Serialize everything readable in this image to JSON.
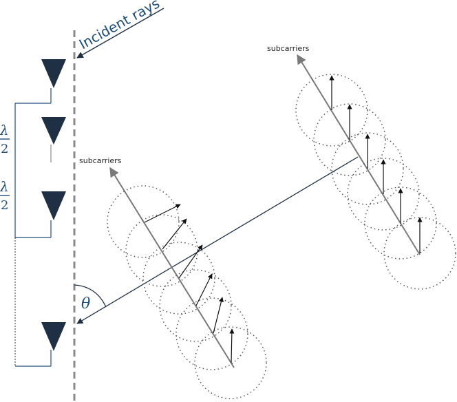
{
  "labels": {
    "incident_rays": "Incident rays",
    "subcarriers_left": "subcarriers",
    "subcarriers_right": "subcarriers",
    "theta": "θ",
    "spacing_numerator_1": "λ",
    "spacing_denominator_1": "2",
    "spacing_numerator_2": "λ",
    "spacing_denominator_2": "2"
  },
  "colors": {
    "antenna": "#1f3044",
    "label_blue": "#1f4e79",
    "array_line": "#8a8a8a",
    "arrow_dark": "#111111",
    "ray_line": "#1f3044",
    "circle_dots": "#555555"
  },
  "icons": {
    "antenna": "triangle-antenna-icon"
  }
}
